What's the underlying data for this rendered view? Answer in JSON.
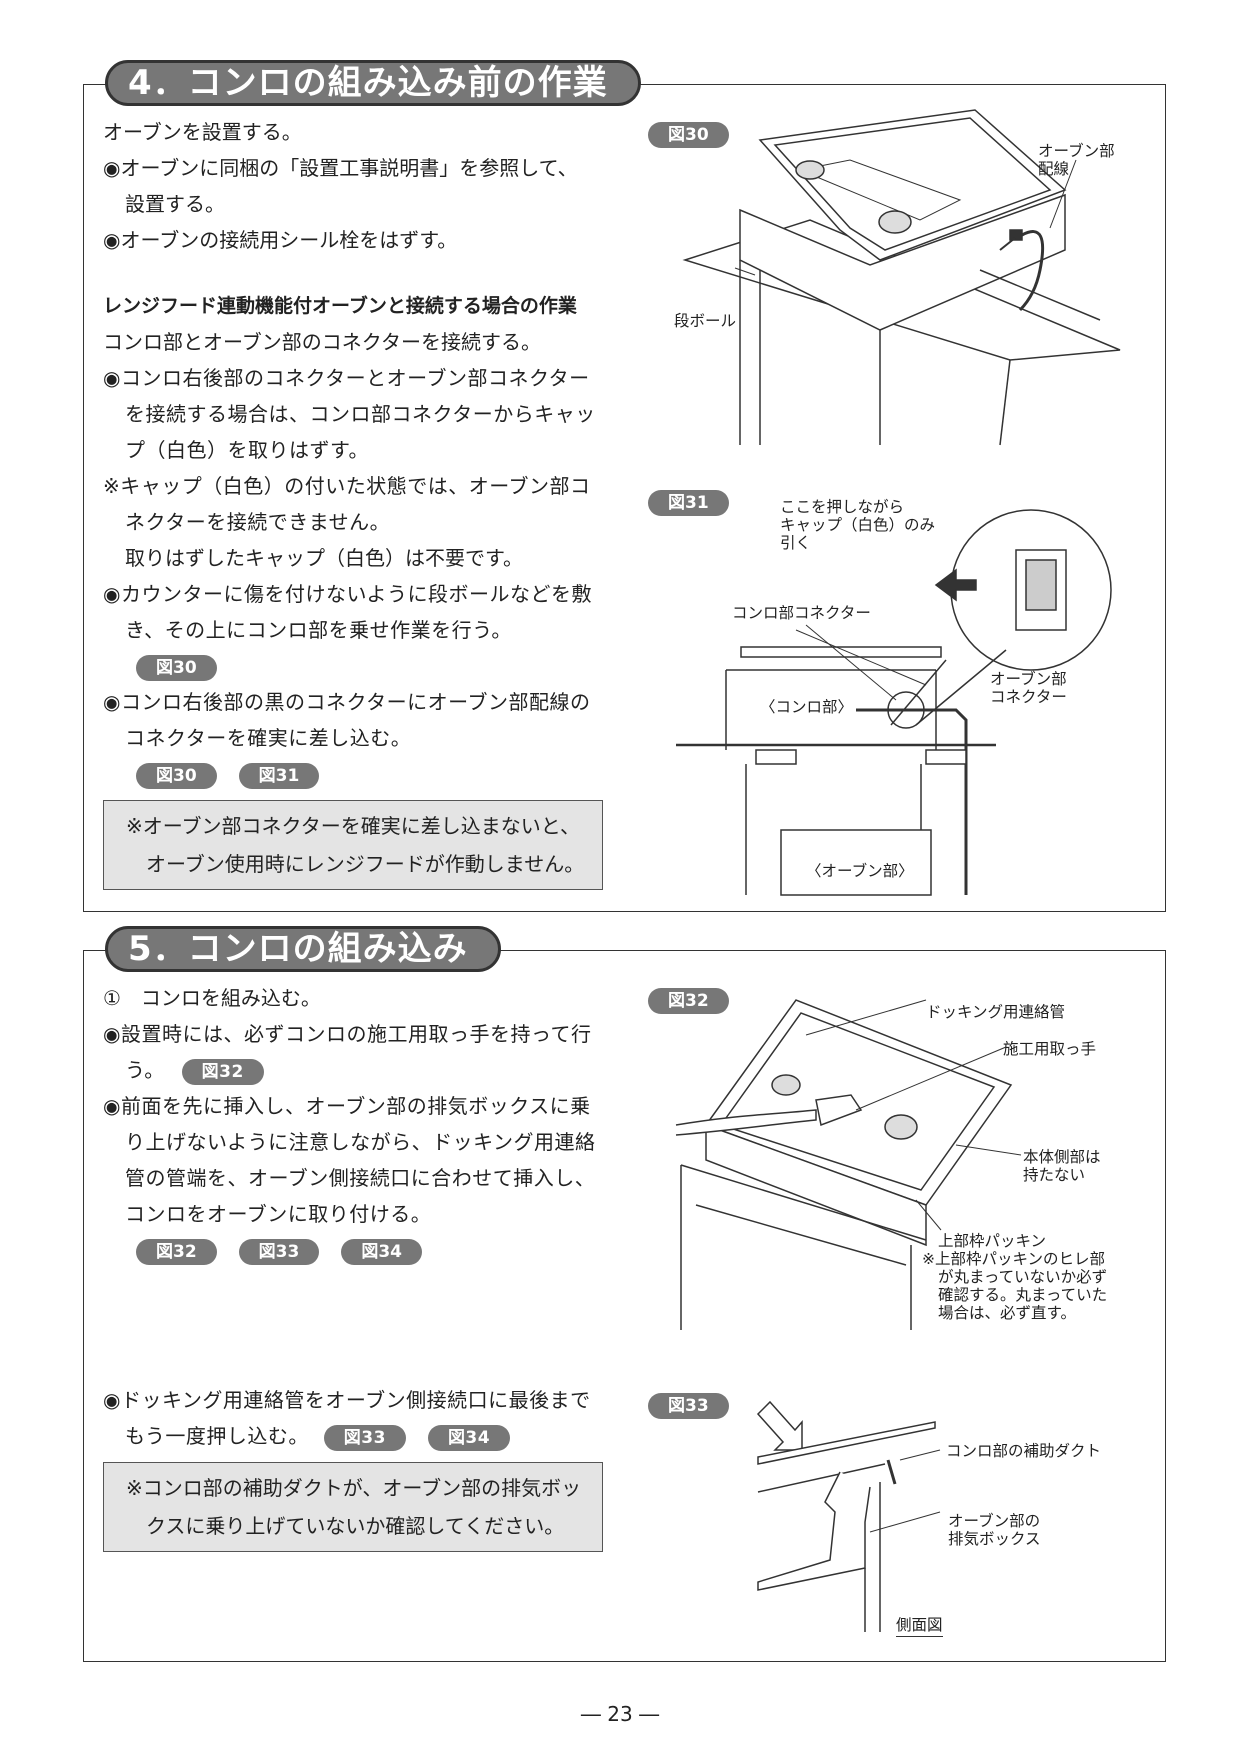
{
  "section4": {
    "heading": "4．コンロの組み込み前の作業",
    "lines": [
      "オーブンを設置する。",
      "◉オーブンに同梱の「設置工事説明書」を参照して、",
      "設置する。",
      "◉オーブンの接続用シール栓をはずす。"
    ],
    "subheading": "レンジフード連動機能付オーブンと接続する場合の作業",
    "sub_intro": "コンロ部とオーブン部のコネクターを接続する。",
    "b1": "◉コンロ右後部のコネクターとオーブン部コネクターを接続する場合は、コンロ部コネクターからキャップ（白色）を取りはずす。",
    "n1": "※キャップ（白色）の付いた状態では、オーブン部コネクターを接続できません。",
    "n1b": "取りはずしたキャップ（白色）は不要です。",
    "b2": "◉カウンターに傷を付けないように段ボールなどを敷き、その上にコンロ部を乗せ作業を行う。",
    "b2_ref": "図30",
    "b3": "◉コンロ右後部の黒のコネクターにオーブン部配線のコネクターを確実に差し込む。",
    "b3_refs": [
      "図30",
      "図31"
    ],
    "note_l1": "※オーブン部コネクターを確実に差し込まないと、",
    "note_l2": "オーブン使用時にレンジフードが作動しません。"
  },
  "fig30": {
    "label": "図30",
    "oven_wiring_l1": "オーブン部",
    "oven_wiring_l2": "配線",
    "cardboard": "段ボール"
  },
  "fig31": {
    "label": "図31",
    "instr_l1": "ここを押しながら",
    "instr_l2": "キャップ（白色）のみ",
    "instr_l3": "引く",
    "stove_connector": "コンロ部コネクター",
    "stove": "〈コンロ部〉",
    "oven_conn_l1": "オーブン部",
    "oven_conn_l2": "コネクター",
    "oven": "〈オーブン部〉"
  },
  "section5": {
    "heading": "5．コンロの組み込み",
    "step": "①　コンロを組み込む。",
    "b1": "◉設置時には、必ずコンロの施工用取っ手を持って行う。",
    "b1_ref": "図32",
    "b2": "◉前面を先に挿入し、オーブン部の排気ボックスに乗り上げないように注意しながら、ドッキング用連絡管の管端を、オーブン側接続口に合わせて挿入し、コンロをオーブンに取り付ける。",
    "b2_refs": [
      "図32",
      "図33",
      "図34"
    ],
    "b3": "◉ドッキング用連絡管をオーブン側接続口に最後までもう一度押し込む。",
    "b3_refs": [
      "図33",
      "図34"
    ],
    "note_l1": "※コンロ部の補助ダクトが、オーブン部の排気ボッ",
    "note_l2": "クスに乗り上げていないか確認してください。"
  },
  "fig32": {
    "label": "図32",
    "docking_pipe": "ドッキング用連絡管",
    "handle": "施工用取っ手",
    "side_l1": "本体側部は",
    "side_l2": "持たない",
    "packing": "上部枠パッキン",
    "packing_note_l1": "※上部枠パッキンのヒレ部",
    "packing_note_l2": "が丸まっていないか必ず",
    "packing_note_l3": "確認する。丸まっていた",
    "packing_note_l4": "場合は、必ず直す。"
  },
  "fig33": {
    "label": "図33",
    "aux_duct": "コンロ部の補助ダクト",
    "exhaust_l1": "オーブン部の",
    "exhaust_l2": "排気ボックス",
    "side_view": "側面図"
  },
  "page_number": "― 23 ―"
}
